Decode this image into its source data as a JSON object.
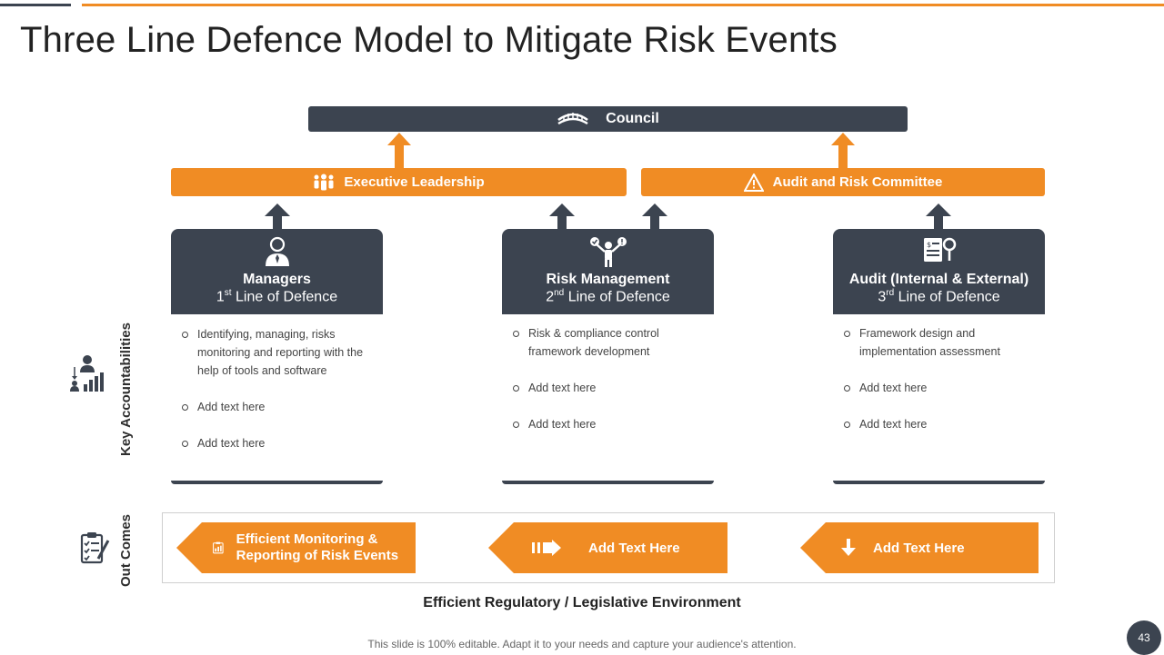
{
  "title": "Three Line Defence Model to Mitigate Risk Events",
  "council": {
    "label": "Council",
    "icon": "bridge-icon"
  },
  "executive": {
    "label": "Executive Leadership",
    "icon": "people-group-icon"
  },
  "audit_committee": {
    "label": "Audit and Risk Committee",
    "icon": "warning-icon"
  },
  "lines": [
    {
      "name": "Managers",
      "ordinal_num": "1",
      "ordinal_suffix": "st",
      "line_text": " Line of Defence",
      "icon": "manager-person-icon",
      "bullets": [
        "Identifying, managing, risks monitoring and reporting with the help of tools and software",
        "Add text here",
        "Add text here"
      ]
    },
    {
      "name": "Risk Management",
      "ordinal_num": "2",
      "ordinal_suffix": "nd",
      "line_text": " Line of Defence",
      "icon": "presenter-icon",
      "bullets": [
        "Risk & compliance control framework  development",
        "Add text here",
        "Add text here"
      ]
    },
    {
      "name": "Audit (Internal & External)",
      "ordinal_num": "3",
      "ordinal_suffix": "rd",
      "line_text": " Line of Defence",
      "icon": "audit-document-icon",
      "bullets": [
        "Framework design and implementation assessment",
        "Add text here",
        "Add text here"
      ]
    }
  ],
  "side_labels": {
    "accountabilities": "Key Accountabilities",
    "outcomes": "Out Comes"
  },
  "outcomes": [
    {
      "label": "Efficient Monitoring & Reporting of Risk Events",
      "icon": "report-icon"
    },
    {
      "label": "Add  Text Here",
      "icon": "forward-arrow-icon"
    },
    {
      "label": "Add  Text Here",
      "icon": "down-arrow-icon"
    }
  ],
  "footer": {
    "environment": "Efficient Regulatory / Legislative Environment",
    "note": "This slide is 100% editable. Adapt it to your needs and capture your audience's attention.",
    "page_number": "43"
  },
  "colors": {
    "dark": "#3c4450",
    "orange": "#f08c24"
  }
}
